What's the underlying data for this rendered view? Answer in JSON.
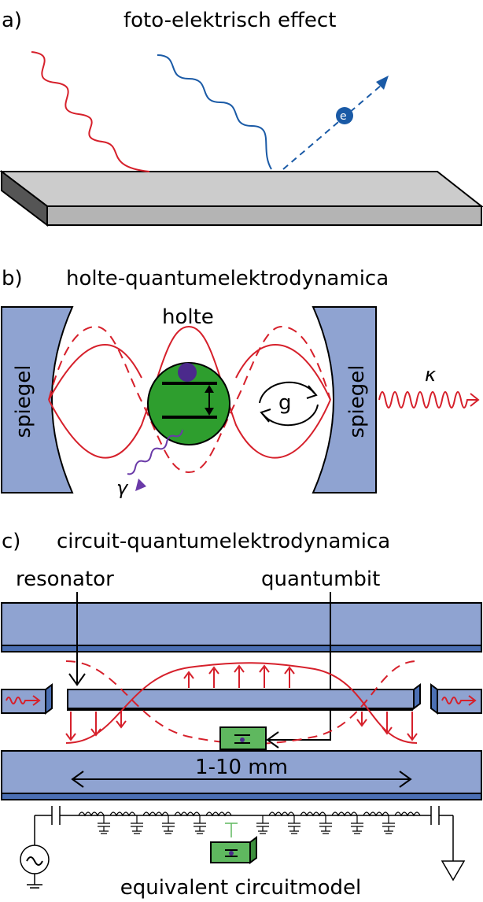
{
  "panel_a": {
    "letter": "a)",
    "title": "foto-elektrisch effect",
    "electron_label": "e"
  },
  "panel_b": {
    "letter": "b)",
    "title": "holte-quantumelektrodynamica",
    "cavity_label": "holte",
    "mirror_left_label": "spiegel",
    "mirror_right_label": "spiegel",
    "coupling_label": "g",
    "decay_cavity_label": "κ",
    "decay_atom_label": "γ"
  },
  "panel_c": {
    "letter": "c)",
    "title": "circuit-quantumelektrodynamica",
    "resonator_label": "resonator",
    "qubit_label": "quantumbit",
    "length_label": "1-10 mm",
    "circuit_label": "equivalent circuitmodel"
  },
  "colors": {
    "red_wave": "#d6202b",
    "blue_wave": "#1a5aa6",
    "mirror": "#8fa3d1",
    "qubit_green": "#2e9e2e",
    "plate": "#cccccc"
  }
}
